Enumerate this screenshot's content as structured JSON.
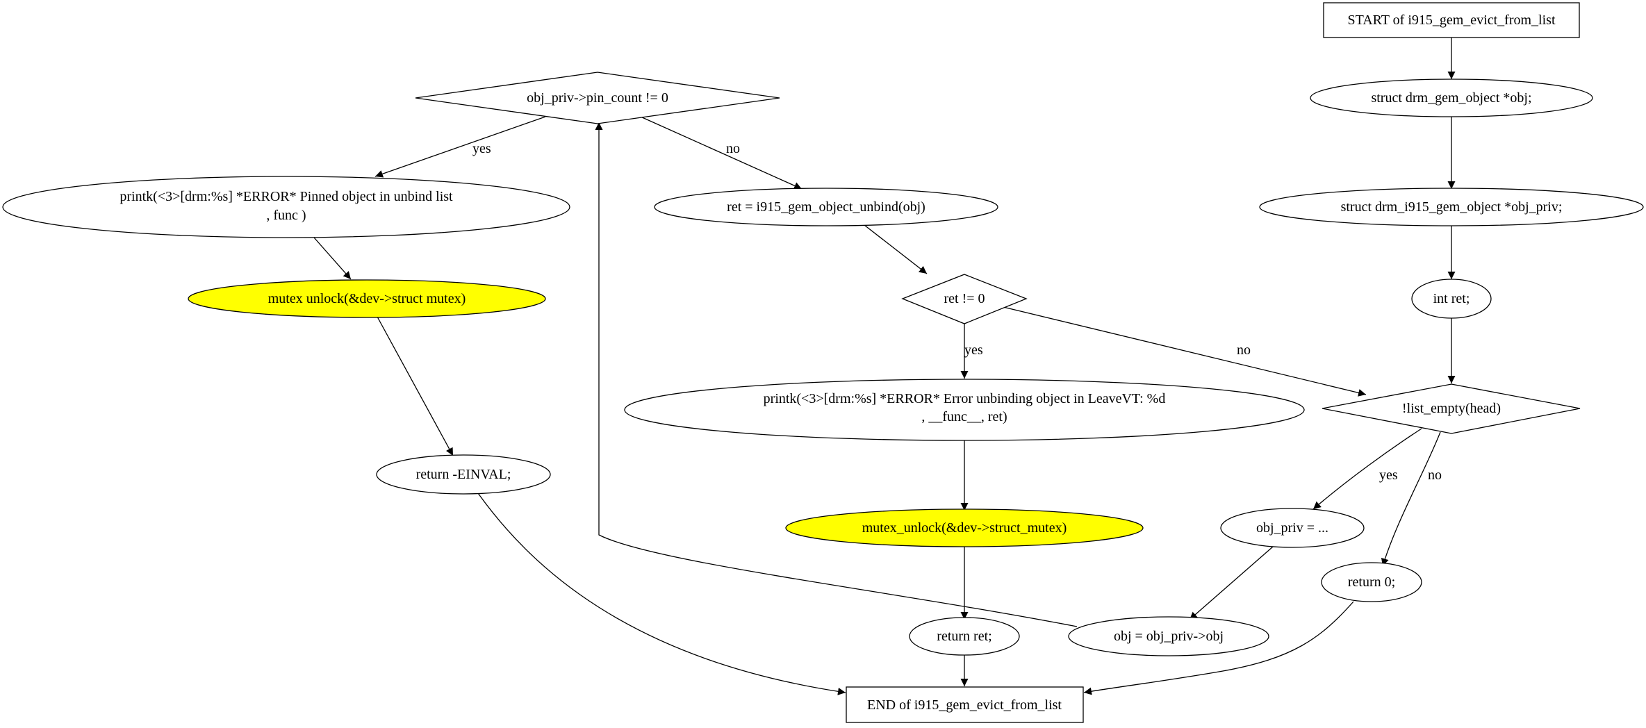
{
  "nodes": {
    "start": "START of i915_gem_evict_from_list",
    "decl_obj": "struct drm_gem_object *obj;",
    "decl_obj_priv": "struct drm_i915_gem_object *obj_priv;",
    "decl_ret": "int ret;",
    "list_empty": "!list_empty(head)",
    "obj_priv_assign": "obj_priv = ...",
    "obj_assign": "obj = obj_priv->obj",
    "pin_count": "obj_priv->pin_count != 0",
    "printk_pinned_1": "printk(<3>[drm:%s] *ERROR* Pinned object in unbind list",
    "printk_pinned_2": ",     func     )",
    "mutex_unlock_1": "mutex  unlock(&dev->struct  mutex)",
    "return_einval": "return -EINVAL;",
    "unbind": "ret = i915_gem_object_unbind(obj)",
    "ret_check": "ret != 0",
    "printk_unbind_1": "printk(<3>[drm:%s] *ERROR* Error unbinding object in LeaveVT: %d",
    "printk_unbind_2": ", __func__, ret)",
    "mutex_unlock_2": "mutex_unlock(&dev->struct_mutex)",
    "return_ret": "return ret;",
    "return_zero": "return 0;",
    "end": "END of i915_gem_evict_from_list"
  },
  "edge_labels": {
    "pin_yes": "yes",
    "pin_no": "no",
    "ret_yes": "yes",
    "ret_no": "no",
    "list_yes": "yes",
    "list_no": "no"
  },
  "colors": {
    "highlight": "#ffff00",
    "stroke": "#000000",
    "background": "#ffffff"
  }
}
